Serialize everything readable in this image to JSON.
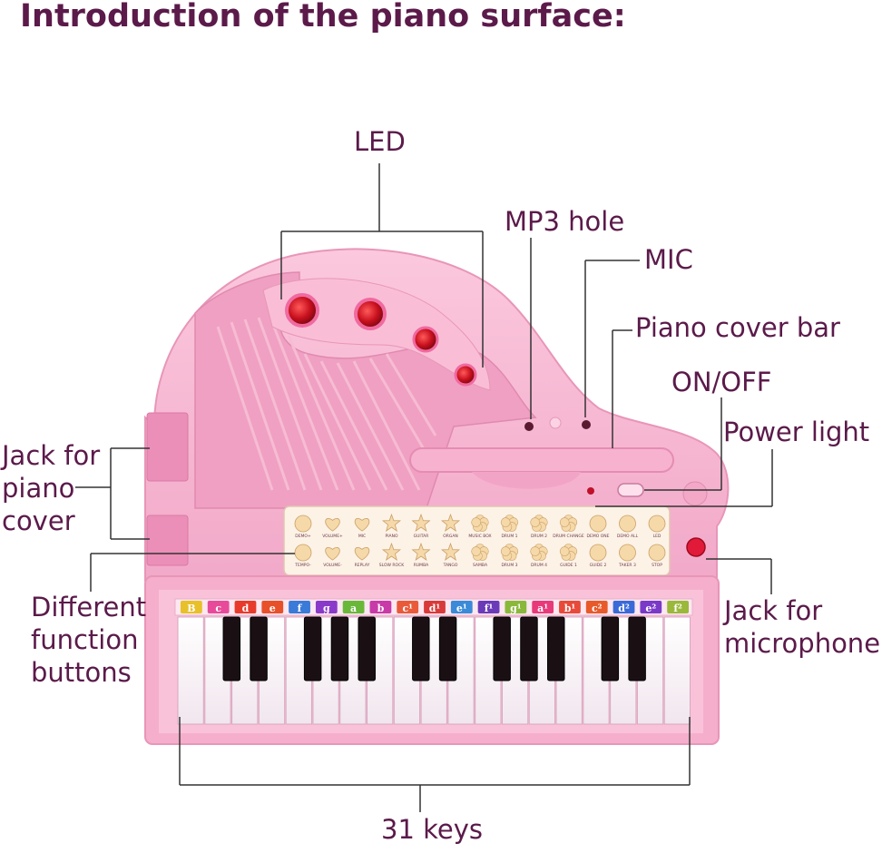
{
  "title": "Introduction of the piano surface:",
  "labels": {
    "led": "LED",
    "mp3_hole": "MP3 hole",
    "mic": "MIC",
    "piano_cover_bar": "Piano cover bar",
    "on_off": "ON/OFF",
    "power_light": "Power light",
    "jack_piano_cover": [
      "Jack for",
      "piano",
      "cover"
    ],
    "function_buttons": [
      "Different",
      "function",
      "buttons"
    ],
    "jack_microphone": [
      "Jack for",
      "microphone"
    ],
    "keys_count": "31 keys"
  },
  "function_buttons": {
    "top": [
      "DEMO+",
      "VOLUME+",
      "MIC",
      "PIANO",
      "GUITAR",
      "ORGAN",
      "MUSIC BOX",
      "DRUM 1",
      "DRUM 2",
      "DRUM CHANGE",
      "DEMO ONE",
      "DEMO ALL",
      "LED"
    ],
    "bottom": [
      "TEMPO-",
      "VOLUME-",
      "REPLAY",
      "SLOW ROCK",
      "RUMBA",
      "TANGO",
      "SAMBA",
      "DRUM 3",
      "DRUM 4",
      "GUIDE 1",
      "GUIDE 2",
      "TAKER 3",
      "STOP"
    ],
    "shapes_top": [
      "circle",
      "heart",
      "heart",
      "star",
      "star",
      "star",
      "flower",
      "flower",
      "flower",
      "flower",
      "circle",
      "circle",
      "circle"
    ],
    "shapes_bottom": [
      "circle",
      "heart",
      "heart",
      "star",
      "star",
      "star",
      "flower",
      "flower",
      "flower",
      "flower",
      "circle",
      "circle",
      "circle"
    ]
  },
  "note_strip": [
    "B",
    "c",
    "d",
    "e",
    "f",
    "g",
    "a",
    "b",
    "c¹",
    "d¹",
    "e¹",
    "f¹",
    "g¹",
    "a¹",
    "b¹",
    "c²",
    "d²",
    "e²",
    "f²"
  ],
  "note_colors": [
    "#e8c02a",
    "#e84a9a",
    "#e83a2a",
    "#e8502a",
    "#3a7ad8",
    "#8a3ac8",
    "#6ab83a",
    "#c83aa8",
    "#e85a3a",
    "#d83a3a",
    "#3a8ad8",
    "#6a3ab8",
    "#8ab83a",
    "#e83a7a",
    "#e84a3a",
    "#e85a2a",
    "#3a6ad8",
    "#7a3ac8",
    "#9ab83a"
  ],
  "colors": {
    "label_text": "#5b1a4a",
    "piano_body": "#f7b7d2",
    "piano_shadow": "#e896b8",
    "led_red": "#d41020",
    "button_cream": "#f6d9a8"
  }
}
